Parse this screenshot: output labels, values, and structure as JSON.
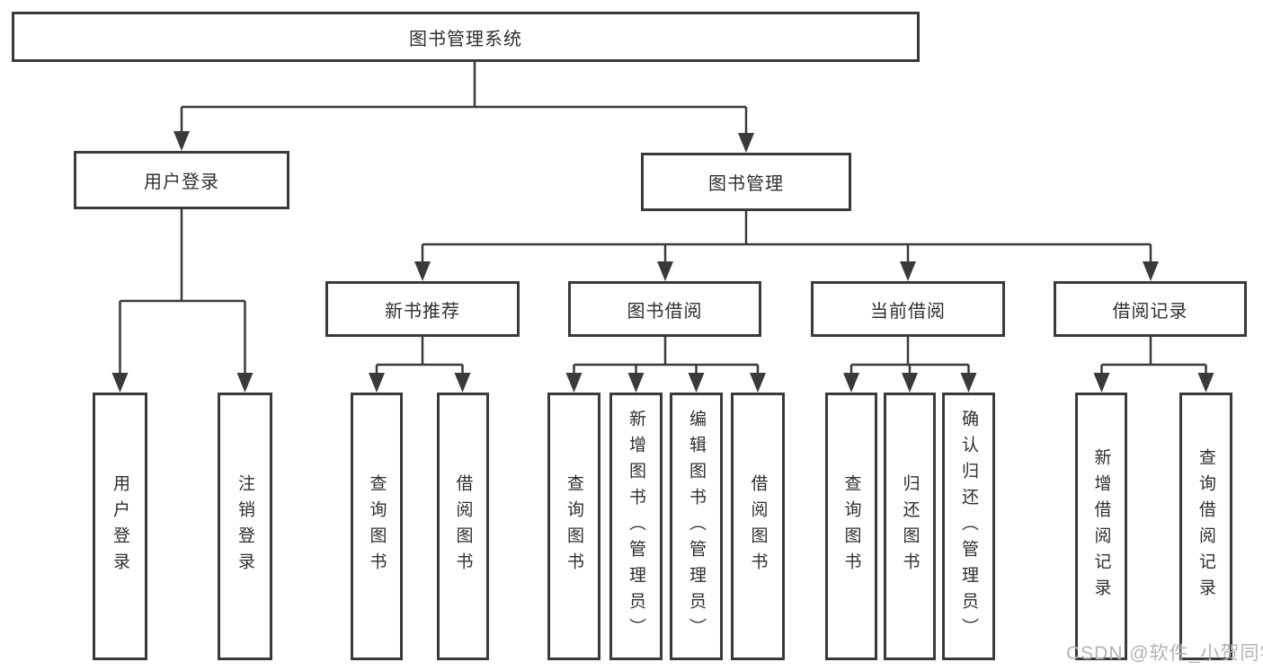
{
  "colors": {
    "line": "#3a3a3a",
    "text": "#2f2f2f",
    "background": "#ffffff",
    "watermark": "#b5b3b3"
  },
  "tree": {
    "root": "图书管理系统",
    "user_login": {
      "label": "用户登录",
      "children": [
        "用户登录",
        "注销登录"
      ]
    },
    "book_mgmt": {
      "label": "图书管理",
      "branches": [
        {
          "label": "新书推荐",
          "children": [
            "查询图书",
            "借阅图书"
          ]
        },
        {
          "label": "图书借阅",
          "children": [
            "查询图书",
            "新增图书（管理员）",
            "编辑图书（管理员）",
            "借阅图书"
          ]
        },
        {
          "label": "当前借阅",
          "children": [
            "查询图书",
            "归还图书",
            "确认归还（管理员）"
          ]
        },
        {
          "label": "借阅记录",
          "children": [
            "新增借阅记录",
            "查询借阅记录"
          ]
        }
      ]
    }
  },
  "watermark": "CSDN @软件_小贺同学"
}
